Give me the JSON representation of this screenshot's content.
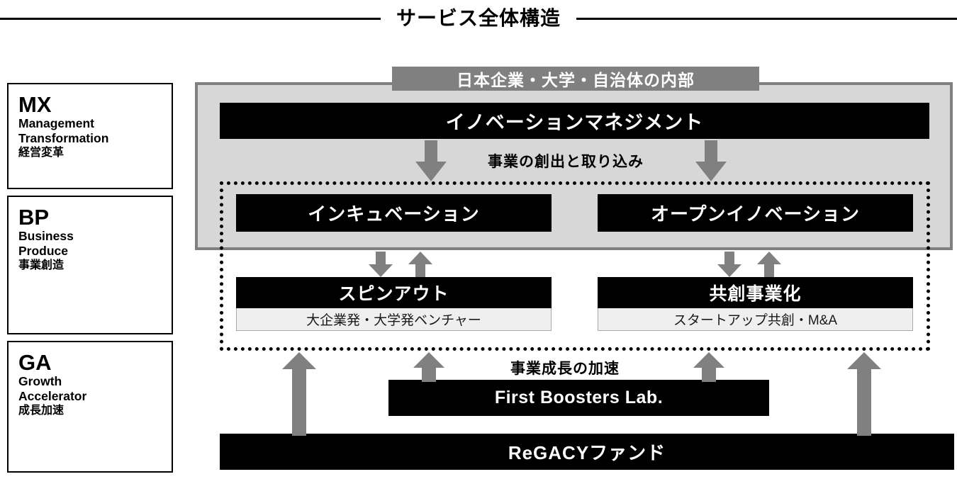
{
  "header": {
    "title": "サービス全体構造"
  },
  "pillars": [
    {
      "abbr": "MX",
      "en_line1": "Management",
      "en_line2": "Transformation",
      "jp": "経営変革"
    },
    {
      "abbr": "BP",
      "en_line1": "Business",
      "en_line2": "Produce",
      "jp": "事業創造"
    },
    {
      "abbr": "GA",
      "en_line1": "Growth",
      "en_line2": "Accelerator",
      "jp": "成長加速"
    }
  ],
  "panel": {
    "tag_label": "日本企業・大学・自治体の内部",
    "management_bar": "イノベーションマネジメント",
    "incubation": "インキュベーション",
    "open_innovation": "オープンイノベーション"
  },
  "captions": {
    "creation": "事業の創出と取り込み",
    "growth": "事業成長の加速"
  },
  "outcomes": [
    {
      "title": "スピンアウト",
      "subtitle": "大企業発・大学発ベンチャー"
    },
    {
      "title": "共創事業化",
      "subtitle": "スタートアップ共創・M&A"
    }
  ],
  "support": {
    "lab_bar": "First Boosters Lab.",
    "fund_bar": "ReGACYファンド"
  },
  "icons": {
    "arrow_down": "arrow-down-icon",
    "arrow_up": "arrow-up-icon"
  },
  "colors": {
    "black": "#000000",
    "panel_gray": "#d7d7d7",
    "panel_border_gray": "#808080",
    "arrow_gray": "#808080",
    "subtitle_bg": "#efefef",
    "white": "#ffffff"
  }
}
